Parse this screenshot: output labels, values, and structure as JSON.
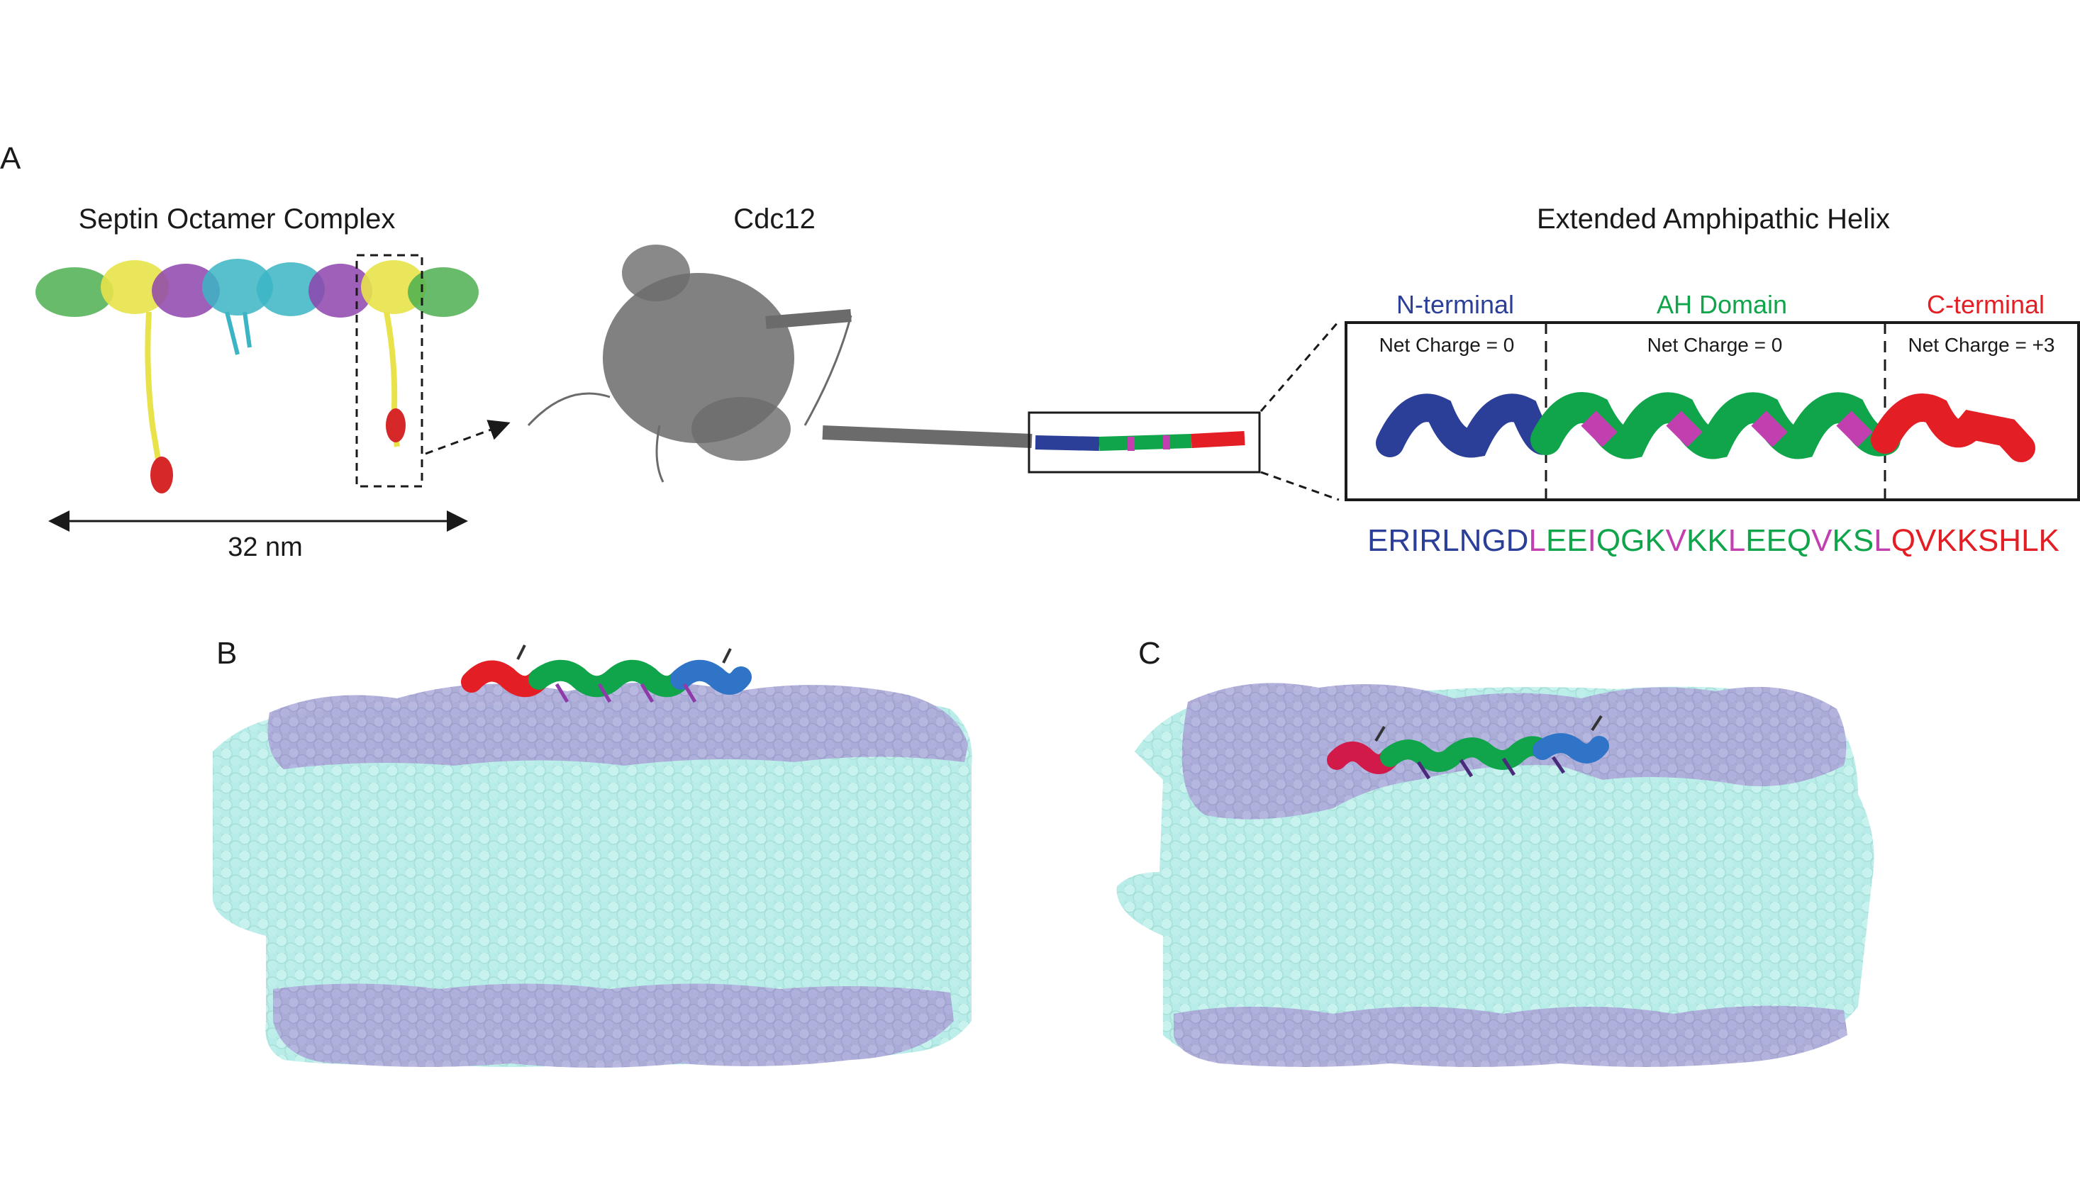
{
  "panels": {
    "a": {
      "letter": "A"
    },
    "b": {
      "letter": "B"
    },
    "c": {
      "letter": "C"
    }
  },
  "septin": {
    "title": "Septin Octamer Complex",
    "scale": "32 nm"
  },
  "cdc12": {
    "title": "Cdc12"
  },
  "helix": {
    "title": "Extended Amphipathic Helix",
    "regions": [
      {
        "name": "N-terminal",
        "charge": "Net Charge = 0",
        "color": "#2b3f99"
      },
      {
        "name": "AH Domain",
        "charge": "Net Charge = 0",
        "color": "#10a54b"
      },
      {
        "name": "C-terminal",
        "charge": "Net Charge = +3",
        "color": "#e31e24"
      }
    ],
    "sequence": [
      {
        "text": "ERIRLNGD",
        "color": "#2b3f99"
      },
      {
        "text": "L",
        "color": "#c23fb0"
      },
      {
        "text": "EE",
        "color": "#10a54b"
      },
      {
        "text": "I",
        "color": "#c23fb0"
      },
      {
        "text": "QGK",
        "color": "#10a54b"
      },
      {
        "text": "V",
        "color": "#c23fb0"
      },
      {
        "text": "KK",
        "color": "#10a54b"
      },
      {
        "text": "L",
        "color": "#c23fb0"
      },
      {
        "text": "EEQ",
        "color": "#10a54b"
      },
      {
        "text": "V",
        "color": "#c23fb0"
      },
      {
        "text": "KS",
        "color": "#10a54b"
      },
      {
        "text": "L",
        "color": "#c23fb0"
      },
      {
        "text": "QVKKSHLK",
        "color": "#e31e24"
      }
    ]
  },
  "colors": {
    "lipid_tail": "#b8ece8",
    "lipid_head": "#a9a9d6",
    "protein_gray": "#6b6b6b",
    "magenta": "#c23fb0"
  }
}
